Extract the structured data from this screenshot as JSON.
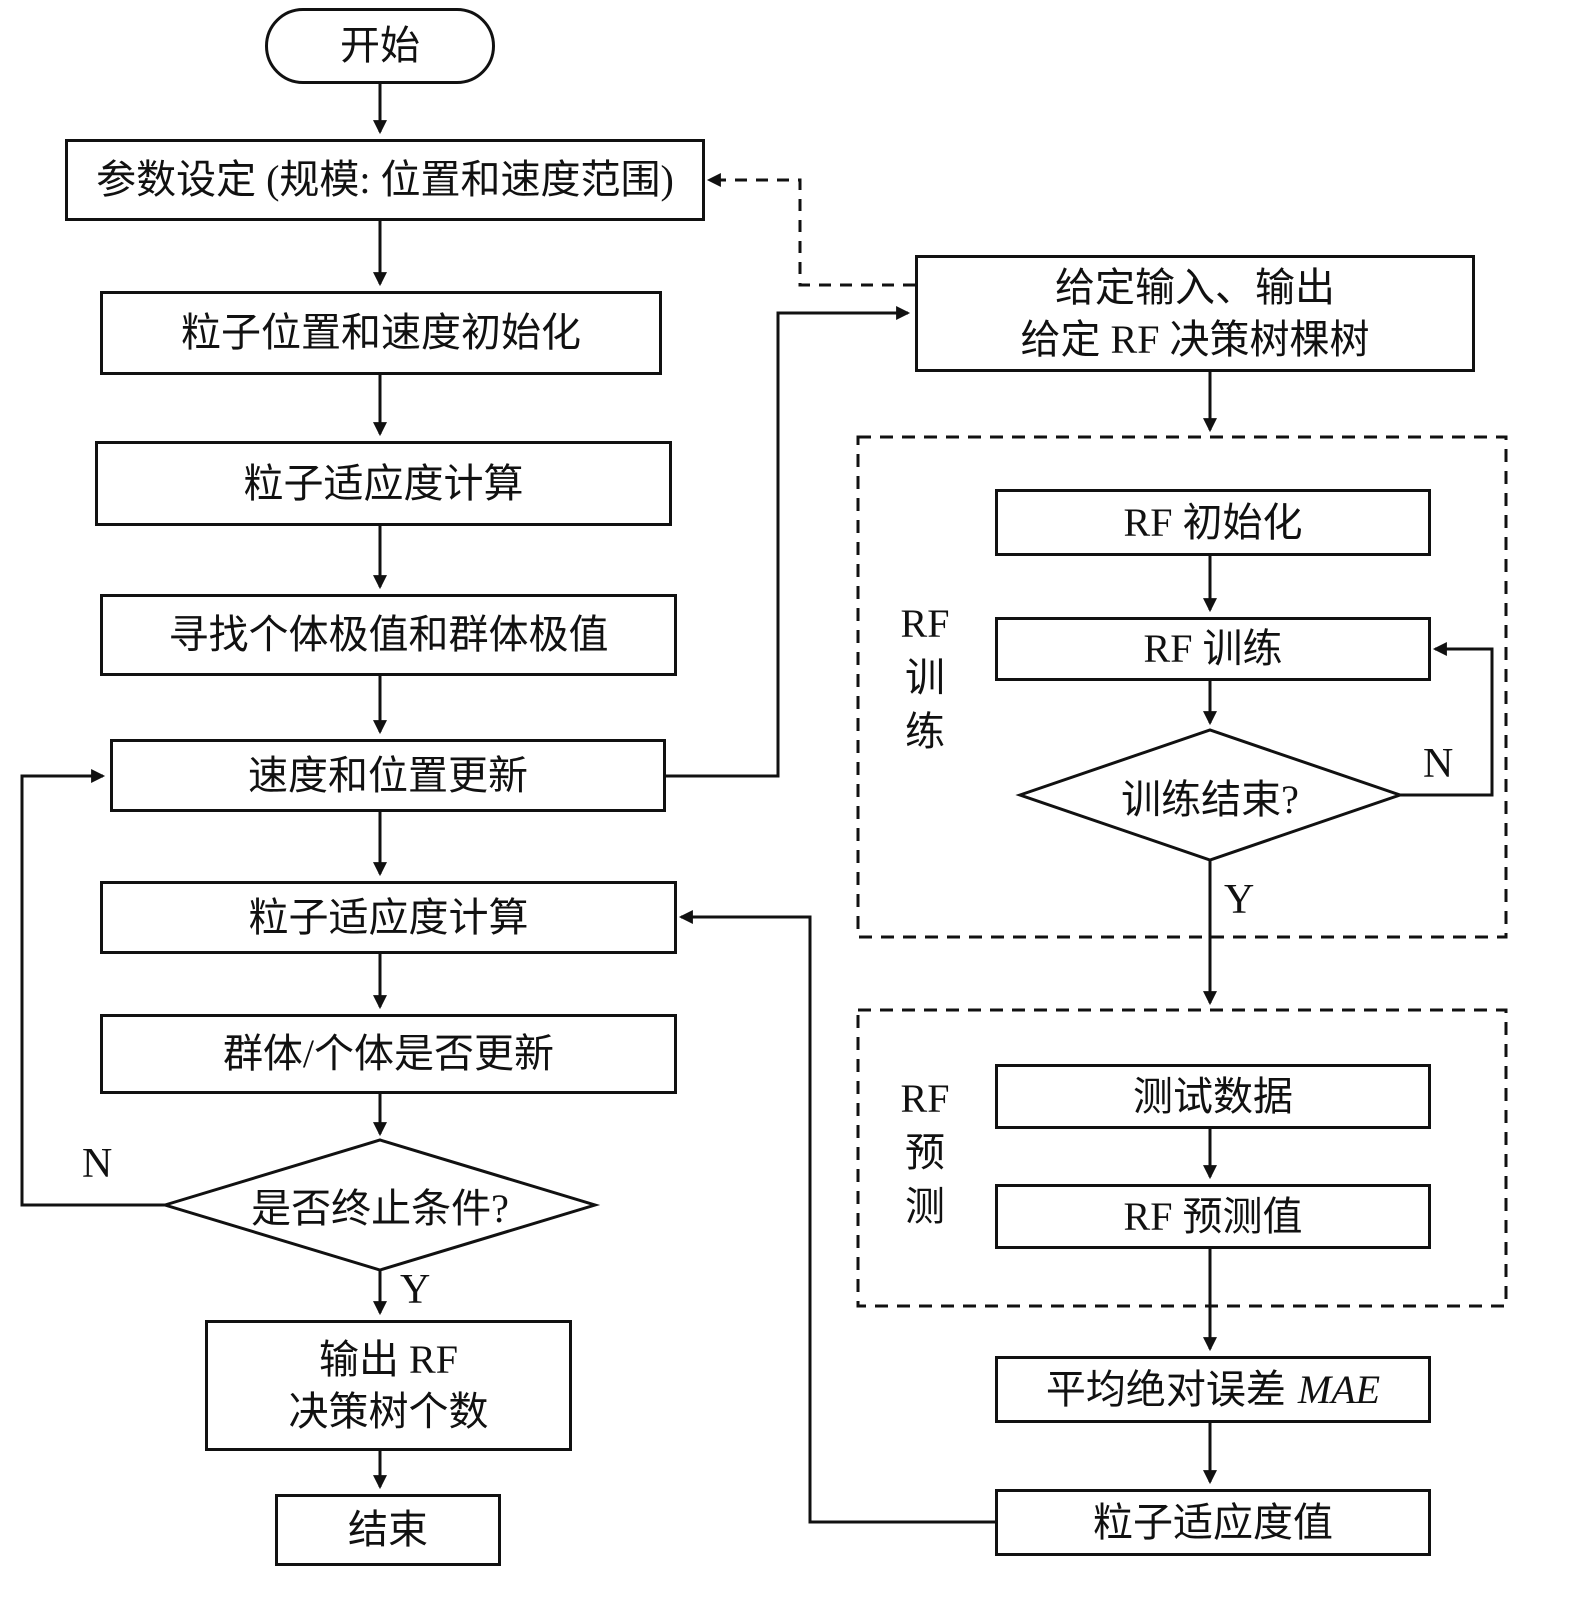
{
  "nodes": {
    "start": "开始",
    "param_setting": "参数设定 (规模: 位置和速度范围)",
    "particle_init": "粒子位置和速度初始化",
    "fitness_calc_1": "粒子适应度计算",
    "find_extremes": "寻找个体极值和群体极值",
    "velocity_position_update": "速度和位置更新",
    "fitness_calc_2": "粒子适应度计算",
    "group_individual_update": "群体/个体是否更新",
    "termination_condition": "是否终止条件?",
    "output_rf": "输出 RF\n决策树个数",
    "end": "结束",
    "given_io": "给定输入、输出\n给定 RF 决策树棵树",
    "rf_init": "RF 初始化",
    "rf_train": "RF 训练",
    "train_finished": "训练结束?",
    "test_data": "测试数据",
    "rf_prediction_value": "RF 预测值",
    "mae_prefix": "平均绝对误差",
    "mae_term": "MAE",
    "particle_fitness_value": "粒子适应度值"
  },
  "labels": {
    "branch_no_left": "N",
    "branch_yes_left": "Y",
    "branch_no_right": "N",
    "branch_yes_right": "Y",
    "rf_training_group": "RF\n训\n练",
    "rf_prediction_group": "RF\n预\n测"
  },
  "colors": {
    "stroke": "#111111",
    "background": "#ffffff"
  }
}
